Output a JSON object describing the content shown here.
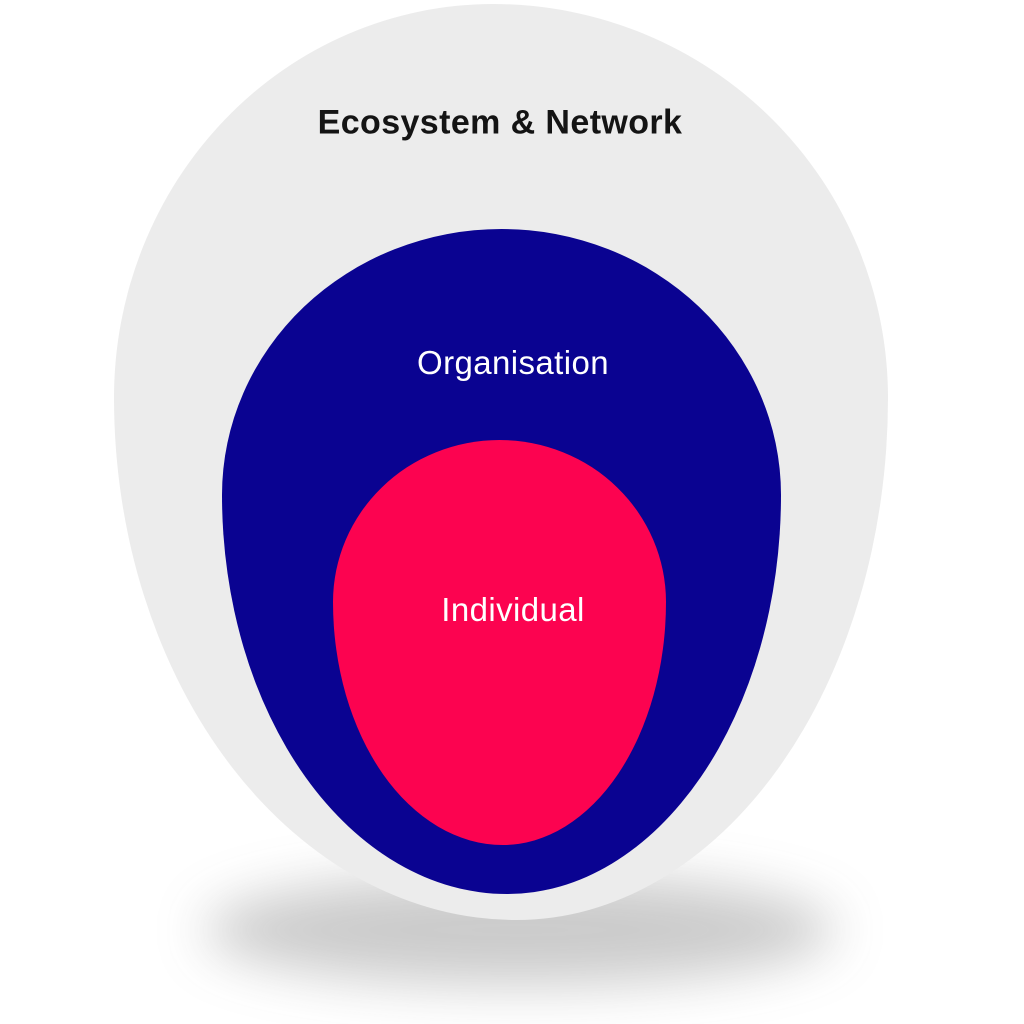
{
  "background_color": "#ffffff",
  "diagram": {
    "type": "nested-blobs",
    "layers": [
      {
        "id": "ecosystem-network",
        "label": "Ecosystem & Network",
        "fill": "#ececec",
        "text_color": "#141414"
      },
      {
        "id": "organisation",
        "label": "Organisation",
        "fill": "#0a0391",
        "text_color": "#ffffff"
      },
      {
        "id": "individual",
        "label": "Individual",
        "fill": "#fc0350",
        "text_color": "#ffffff"
      }
    ],
    "shadow_color": "rgba(70,70,70,0.28)"
  }
}
